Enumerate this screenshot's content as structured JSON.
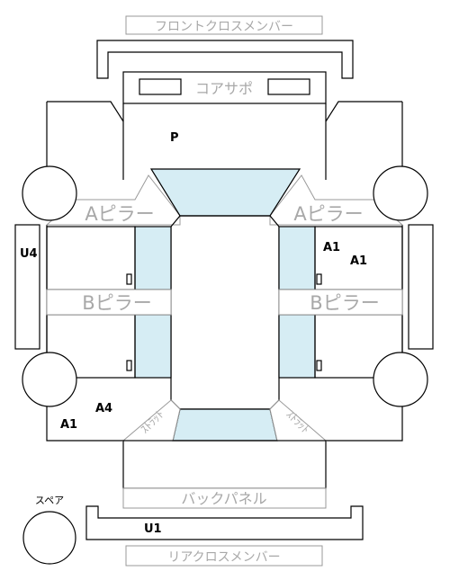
{
  "labels": {
    "front_cross_member": "フロントクロスメンバー",
    "core_support": "コアサポ",
    "a_pillar": "Aピラー",
    "b_pillar": "Bピラー",
    "back_panel": "バックパネル",
    "rear_cross_member": "リアクロスメンバー",
    "spare": "スペア",
    "strut_fl": "ｽﾄﾗｯﾄ",
    "strut_fr": "ｽﾄﾗｯﾄ"
  },
  "markers": {
    "p": "P",
    "u4": "U4",
    "a1_top1": "A1",
    "a1_top2": "A1",
    "a4": "A4",
    "a1_bottom": "A1",
    "u1": "U1"
  }
}
